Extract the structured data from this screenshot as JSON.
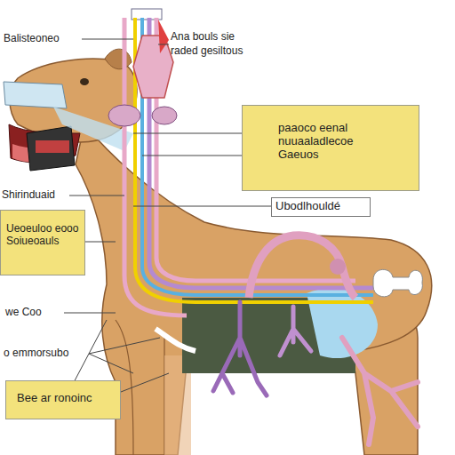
{
  "diagram": {
    "nodes": [
      {
        "text": [
          "paaoco eenal",
          "nuuaaladlecoe",
          "Gaeuos"
        ]
      },
      {
        "text": [
          "Ubodlhouldé"
        ]
      },
      {
        "text": [
          "Ueoeuloo eooo",
          "Soiueoauls"
        ]
      },
      {
        "text": [
          "Bee ar ronoinc"
        ]
      }
    ],
    "labels": [
      "Balisteoneo",
      "Ana bouls sie",
      "raded gesiltous",
      "Shirinduaid",
      "we Coo",
      "o emmorsubo"
    ]
  }
}
